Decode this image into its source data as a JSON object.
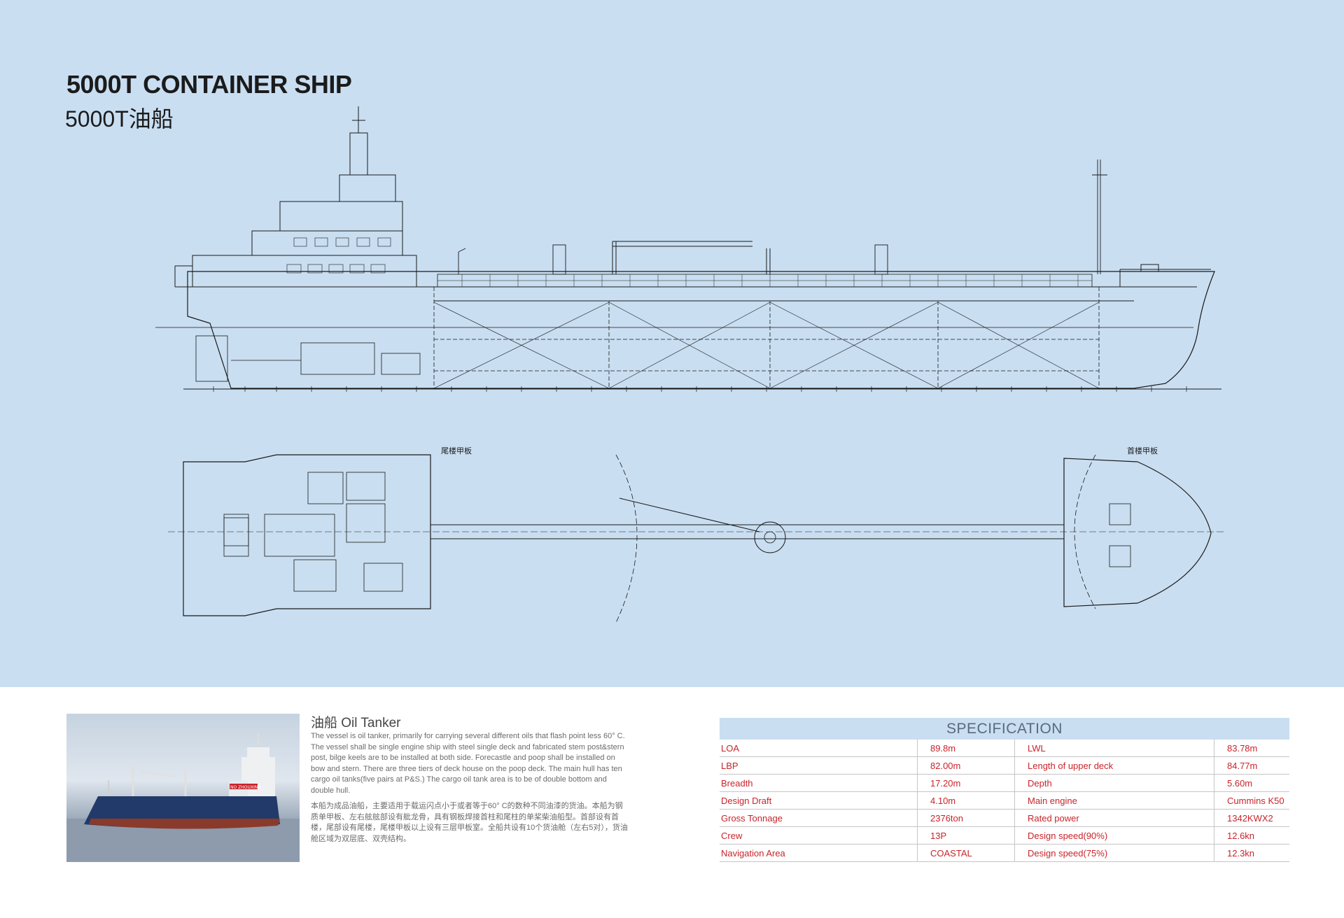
{
  "header": {
    "title_en": "5000T CONTAINER SHIP",
    "title_cn": "5000T油船"
  },
  "drawing": {
    "deck_label_aft": "尾楼甲板",
    "deck_label_fwd": "首楼甲板"
  },
  "photo": {
    "hull_name": "NO ZHOUXING"
  },
  "description": {
    "title": "油船  Oil Tanker",
    "text_en": "The vessel is oil tanker, primarily for carrying several different oils that flash point less 60° C. The vessel shall be single engine ship with steel single deck and fabricated stem post&stern post, bilge keels are to be installed at both side. Forecastle and poop shall be installed on bow and stern. There are three tiers of deck house on the poop deck. The main hull has ten cargo oil tanks(five pairs at P&S.) The cargo oil tank area is to be of double bottom and double hull.",
    "text_cn": "本船为成品油船，主要适用于载运闪点小于或者等于60° C的数种不同油漆的货油。本船为钢质单甲板、左右舷舷部设有舭龙骨，具有钢板焊接首柱和尾柱的单桨柴油船型。首部设有首楼，尾部设有尾楼，尾楼甲板以上设有三层甲板室。全船共设有10个货油舱（左右5对），货油舱区域为双层底、双壳结构。"
  },
  "specification": {
    "heading": "SPECIFICATION",
    "rows": [
      {
        "l1": "LOA",
        "v1": "89.8m",
        "l2": "LWL",
        "v2": "83.78m"
      },
      {
        "l1": "LBP",
        "v1": "82.00m",
        "l2": "Length of upper deck",
        "v2": "84.77m"
      },
      {
        "l1": "Breadth",
        "v1": "17.20m",
        "l2": "Depth",
        "v2": "5.60m"
      },
      {
        "l1": "Design Draft",
        "v1": "4.10m",
        "l2": "Main engine",
        "v2": "Cummins K50"
      },
      {
        "l1": "Gross Tonnage",
        "v1": "2376ton",
        "l2": "Rated power",
        "v2": "1342KWX2"
      },
      {
        "l1": "Crew",
        "v1": "13P",
        "l2": "Design speed(90%)",
        "v2": "12.6kn"
      },
      {
        "l1": "Navigation Area",
        "v1": "COASTAL",
        "l2": "Design speed(75%)",
        "v2": "12.3kn"
      }
    ]
  }
}
